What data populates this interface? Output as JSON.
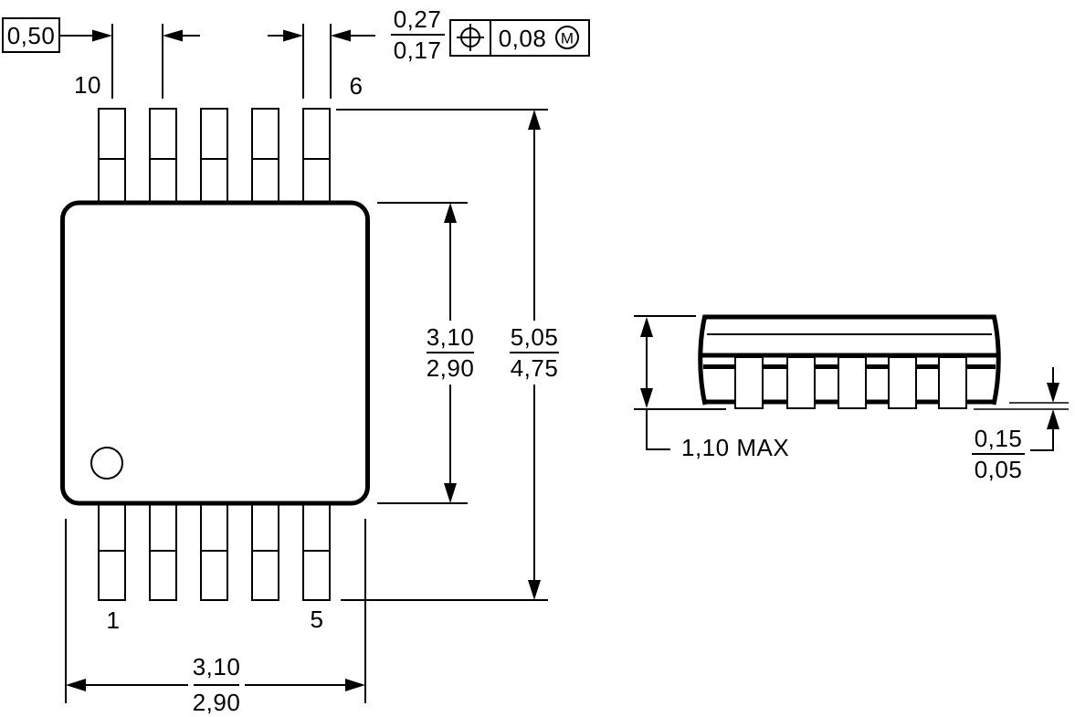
{
  "drawing": {
    "top_view": {
      "pin_labels": {
        "pin10": "10",
        "pin6": "6",
        "pin1": "1",
        "pin5": "5"
      },
      "pitch": "0,50",
      "lead_width": {
        "max": "0,27",
        "min": "0,17"
      },
      "tolerance_frame": {
        "value": "0,08",
        "modifier": "M"
      },
      "body_span_vertical": {
        "max": "3,10",
        "min": "2,90"
      },
      "overall_span_vertical": {
        "max": "5,05",
        "min": "4,75"
      },
      "body_span_horizontal": {
        "max": "3,10",
        "min": "2,90"
      }
    },
    "side_view": {
      "height": "1,10 MAX",
      "standoff": {
        "max": "0,15",
        "min": "0,05"
      }
    }
  }
}
